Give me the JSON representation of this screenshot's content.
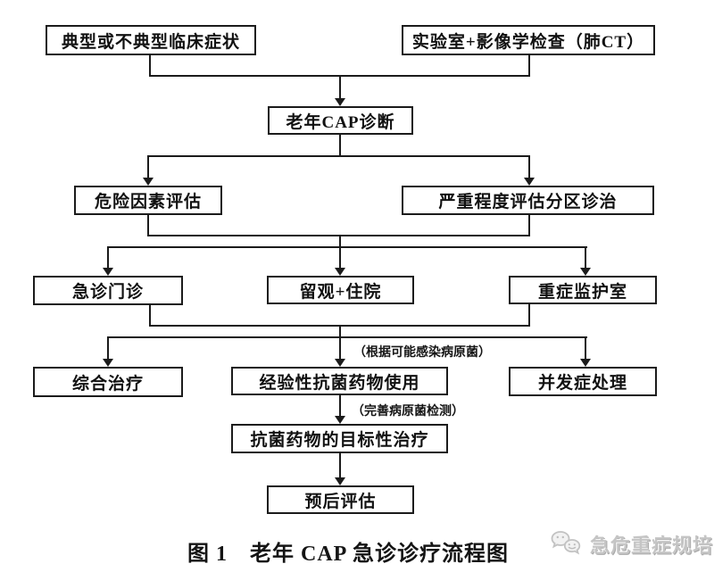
{
  "figure": {
    "caption": "图 1　老年 CAP 急诊诊疗流程图"
  },
  "flowchart": {
    "nodes": {
      "typical_symptoms": "典型或不典型临床症状",
      "lab_imaging": "实验室+影像学检查（肺CT）",
      "cap_diagnosis": "老年CAP诊断",
      "risk_assessment": "危险因素评估",
      "severity_triage": "严重程度评估分区诊治",
      "er_outpatient": "急诊门诊",
      "observation_admission": "留观+住院",
      "icu": "重症监护室",
      "comprehensive_treatment": "综合治疗",
      "empiric_antibiotics": "经验性抗菌药物使用",
      "complication_management": "并发症处理",
      "targeted_antibiotics": "抗菌药物的目标性治疗",
      "prognosis_assessment": "预后评估"
    },
    "annotations": {
      "empiric_note": "（根据可能感染病原菌）",
      "targeted_note": "（完善病原菌检测）"
    },
    "edges": [
      {
        "from": [
          "typical_symptoms",
          "lab_imaging"
        ],
        "to": [
          "cap_diagnosis"
        ]
      },
      {
        "from": [
          "cap_diagnosis"
        ],
        "to": [
          "risk_assessment",
          "severity_triage"
        ]
      },
      {
        "from": [
          "risk_assessment",
          "severity_triage"
        ],
        "to": [
          "er_outpatient",
          "observation_admission",
          "icu"
        ]
      },
      {
        "from": [
          "er_outpatient",
          "icu"
        ],
        "to": [
          "comprehensive_treatment",
          "empiric_antibiotics",
          "complication_management"
        ],
        "note": "（根据可能感染病原菌）"
      },
      {
        "from": [
          "empiric_antibiotics"
        ],
        "to": [
          "targeted_antibiotics"
        ],
        "note": "（完善病原菌检测）"
      },
      {
        "from": [
          "targeted_antibiotics"
        ],
        "to": [
          "prognosis_assessment"
        ]
      }
    ]
  },
  "watermark": {
    "text": "急危重症规培"
  },
  "colors": {
    "background": "#ffffff",
    "line": "#1b1b1b",
    "text": "#111111",
    "watermark": "#c5c5c5"
  }
}
